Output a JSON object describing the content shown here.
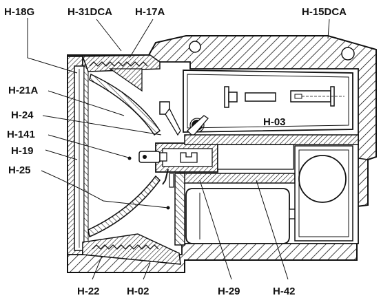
{
  "colors": {
    "ink": "#111111",
    "background": "#ffffff",
    "fill_light": "#f4f4f4"
  },
  "labels": {
    "h18g": "H-18G",
    "h31dca": "H-31DCA",
    "h17a": "H-17A",
    "h15dca": "H-15DCA",
    "h21a": "H-21A",
    "h24": "H-24",
    "h141": "H-141",
    "h19": "H-19",
    "h25": "H-25",
    "h03": "H-03",
    "h22": "H-22",
    "h02": "H-02",
    "h29": "H-29",
    "h42": "H-42"
  }
}
